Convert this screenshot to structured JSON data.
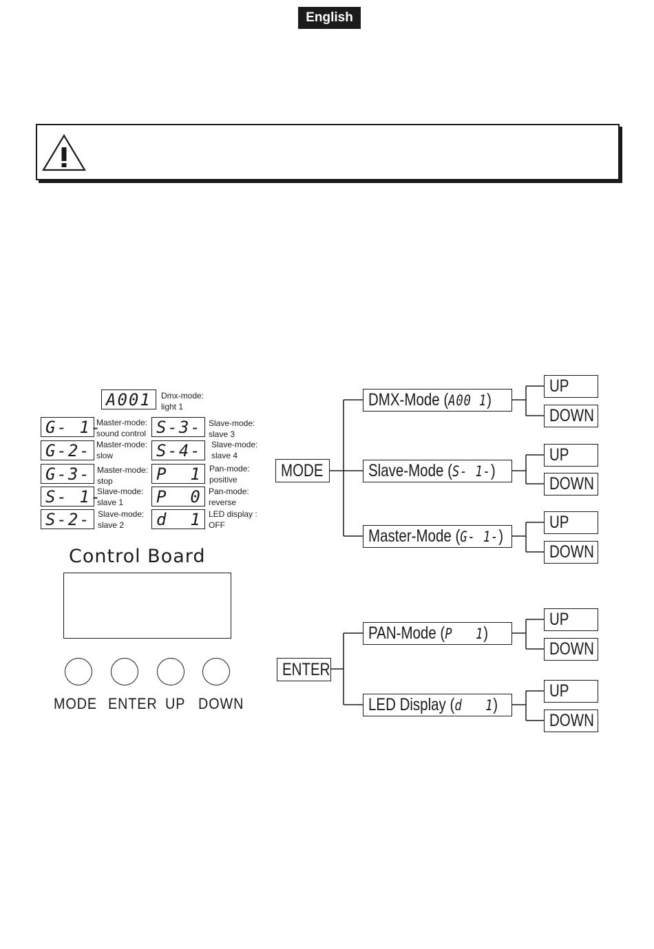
{
  "header": {
    "language": "English"
  },
  "warning": {
    "icon": "warning-triangle-icon"
  },
  "legend": {
    "top": {
      "display": "A001",
      "label_line1": "Dmx-mode:",
      "label_line2": "light 1"
    },
    "left": [
      {
        "display": "G- 1-",
        "label_line1": "Master-mode:",
        "label_line2": "sound control"
      },
      {
        "display": "G-2-",
        "label_line1": "Master-mode:",
        "label_line2": "slow"
      },
      {
        "display": "G-3-",
        "label_line1": "Master-mode:",
        "label_line2": "stop"
      },
      {
        "display": "S- 1-",
        "label_line1": "Slave-mode:",
        "label_line2": "slave 1"
      },
      {
        "display": "S-2-",
        "label_line1": "Slave-mode:",
        "label_line2": "slave 2"
      }
    ],
    "right": [
      {
        "display": "S-3-",
        "label_line1": "Slave-mode:",
        "label_line2": "slave 3"
      },
      {
        "display": "S-4-",
        "label_line1": "Slave-mode:",
        "label_line2": "slave 4"
      },
      {
        "display": "P  1",
        "label_line1": "Pan-mode:",
        "label_line2": "positive"
      },
      {
        "display": "P  0",
        "label_line1": "Pan-mode:",
        "label_line2": "reverse"
      },
      {
        "display": "d  1",
        "label_line1": "LED display :",
        "label_line2": "OFF"
      }
    ]
  },
  "control_board": {
    "title": "Control Board",
    "buttons": [
      "MODE",
      "ENTER",
      "UP",
      "DOWN"
    ]
  },
  "flow": {
    "mode_root": "MODE",
    "enter_root": "ENTER",
    "mode_branches": [
      {
        "prefix": "DMX-Mode (",
        "display": "A00 1",
        "suffix": ")"
      },
      {
        "prefix": "Slave-Mode (",
        "display": "S- 1-",
        "suffix": ")"
      },
      {
        "prefix": "Master-Mode (",
        "display": "G- 1-",
        "suffix": ")"
      }
    ],
    "enter_branches": [
      {
        "prefix": "PAN-Mode (",
        "display": "P   1",
        "suffix": ")"
      },
      {
        "prefix": "LED Display (",
        "display": "d   1",
        "suffix": ")"
      }
    ],
    "up_label": "UP",
    "down_label": "DOWN"
  }
}
